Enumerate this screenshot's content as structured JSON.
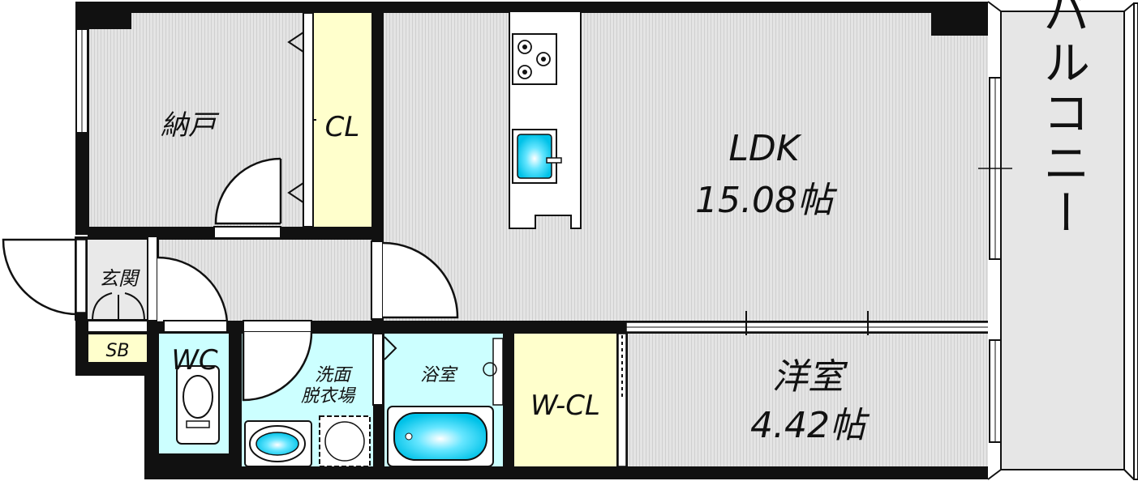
{
  "floorplan": {
    "rooms": {
      "ldk": {
        "name": "LDK",
        "area": "15.08帖"
      },
      "bedroom": {
        "name": "洋室",
        "area": "4.42帖"
      },
      "storage": {
        "name": "納戸"
      },
      "closet": {
        "name": "CL"
      },
      "walk_in_closet": {
        "name": "W-CL"
      },
      "entrance": {
        "name": "玄関"
      },
      "shoe_box": {
        "name": "SB"
      },
      "toilet": {
        "name": "WC"
      },
      "washroom": {
        "line1": "洗面",
        "line2": "脱衣場"
      },
      "bathroom": {
        "name": "浴室"
      },
      "balcony": {
        "name": "バルコニー"
      }
    },
    "colors": {
      "floor": "#e4e4e4",
      "floor_line": "#cfcfcf",
      "wall": "#111111",
      "closet_fill": "#ffffcc",
      "wet_area_fill": "#ccffff",
      "fixture_cyan": "#22ccee",
      "balcony_fill": "#e6e6e6"
    }
  }
}
